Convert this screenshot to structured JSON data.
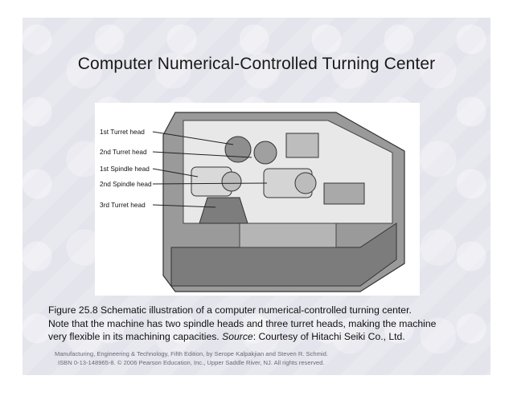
{
  "slide": {
    "title": "Computer Numerical-Controlled Turning Center"
  },
  "figure": {
    "labels": [
      "1st Turret head",
      "2nd Turret head",
      "1st Spindle head",
      "2nd Spindle head",
      "3rd Turret head"
    ]
  },
  "caption": {
    "line1": "Figure 25.8  Schematic illustration of a computer numerical-controlled turning center.",
    "line2": "Note that the machine has two spindle heads and three turret heads, making the machine",
    "line3_pre": "very flexible in its machining capacities.  ",
    "source_label": "Source",
    "line3_post": ":  Courtesy of Hitachi Seiki Co., Ltd."
  },
  "credit": {
    "line1": "Manufacturing, Engineering & Technology, Fifth Edition, by Serope Kalpakjian and Steven R. Schmid.",
    "line2": "ISBN 0-13-148965-8. © 2006 Pearson Education, Inc., Upper Saddle River, NJ.  All rights reserved."
  },
  "colors": {
    "slide_bg": "#e4e4ec",
    "machine_dark": "#5a5a5a",
    "machine_light": "#cfcfcf"
  }
}
